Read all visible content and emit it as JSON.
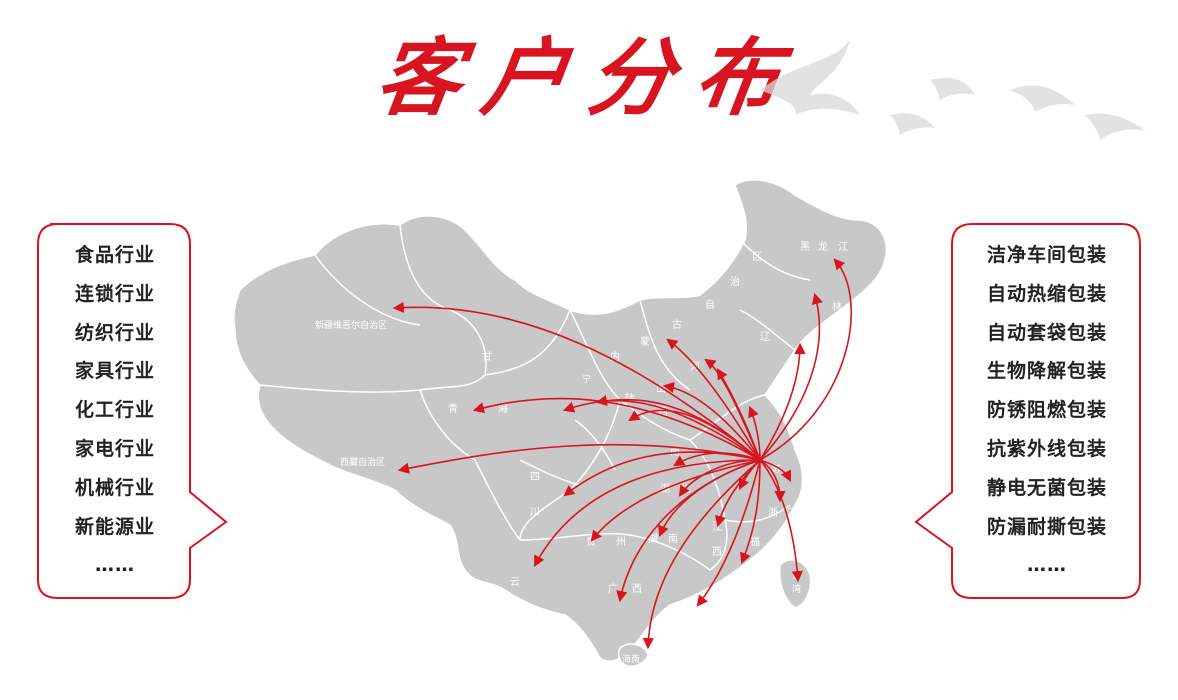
{
  "title": "客户分布",
  "industries": [
    "食品行业",
    "连锁行业",
    "纺织行业",
    "家具行业",
    "化工行业",
    "家电行业",
    "机械行业",
    "新能源业",
    "……"
  ],
  "products": [
    "洁净车间包装",
    "自动热缩包装",
    "自动套袋包装",
    "生物降解包装",
    "防锈阻燃包装",
    "抗紫外线包装",
    "静电无菌包装",
    "防漏耐撕包装",
    "……"
  ],
  "regions": {
    "xinjiang": "新疆维吾尔自治区",
    "xizang": "西藏自治区",
    "gansu": "甘",
    "qing": "青",
    "hai": "海",
    "nei": "内",
    "meng": "蒙",
    "gu": "古",
    "zi": "自",
    "zhi": "治",
    "qu": "区",
    "hei": "黑",
    "long": "龙",
    "jiang": "江",
    "jilin": "林",
    "liaoning": "辽",
    "shan": "山",
    "shaan": "陕",
    "xi": "西",
    "he": "河",
    "nan": "南",
    "hu": "湖",
    "bei": "北",
    "si": "四",
    "chuan": "川",
    "gui": "贵",
    "zhou": "州",
    "yun": "云",
    "guang": "广",
    "fu": "福",
    "jian": "建",
    "zhe": "浙",
    "tai": "台",
    "wan": "湾",
    "hainan": "海南",
    "ning": "宁",
    "su": "苏"
  },
  "colors": {
    "accent": "#d7141f",
    "map_fill": "#c8c8c8",
    "map_border": "#ffffff"
  }
}
